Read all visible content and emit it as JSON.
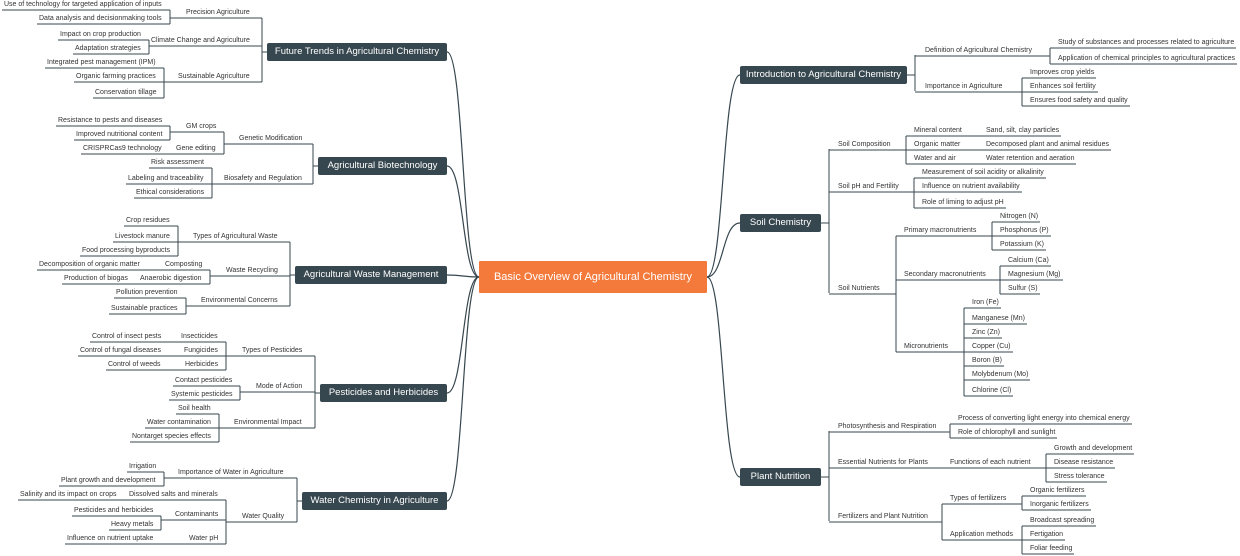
{
  "root": "Basic Overview of Agricultural Chemistry",
  "right": [
    {
      "label": "Introduction to Agricultural Chemistry",
      "children": [
        {
          "label": "Definition of Agricultural Chemistry",
          "children": [
            {
              "label": "Study of substances and processes related to agriculture"
            },
            {
              "label": "Application of chemical principles to agricultural practices"
            }
          ]
        },
        {
          "label": "Importance in Agriculture",
          "children": [
            {
              "label": "Improves crop yields"
            },
            {
              "label": "Enhances soil fertility"
            },
            {
              "label": "Ensures food safety and quality"
            }
          ]
        }
      ]
    },
    {
      "label": "Soil Chemistry",
      "children": [
        {
          "label": "Soil Composition",
          "children": [
            {
              "label": "Mineral content",
              "children": [
                {
                  "label": "Sand, silt, clay particles"
                }
              ]
            },
            {
              "label": "Organic matter",
              "children": [
                {
                  "label": "Decomposed plant and animal residues"
                }
              ]
            },
            {
              "label": "Water and air",
              "children": [
                {
                  "label": "Water retention and aeration"
                }
              ]
            }
          ]
        },
        {
          "label": "Soil pH and Fertility",
          "children": [
            {
              "label": "Measurement of soil acidity or alkalinity"
            },
            {
              "label": "Influence on nutrient availability"
            },
            {
              "label": "Role of liming to adjust pH"
            }
          ]
        },
        {
          "label": "Soil Nutrients",
          "children": [
            {
              "label": "Primary macronutrients",
              "children": [
                {
                  "label": "Nitrogen (N)"
                },
                {
                  "label": "Phosphorus (P)"
                },
                {
                  "label": "Potassium (K)"
                }
              ]
            },
            {
              "label": "Secondary macronutrients",
              "children": [
                {
                  "label": "Calcium (Ca)"
                },
                {
                  "label": "Magnesium (Mg)"
                },
                {
                  "label": "Sulfur (S)"
                }
              ]
            },
            {
              "label": "Micronutrients",
              "children": [
                {
                  "label": "Iron (Fe)"
                },
                {
                  "label": "Manganese (Mn)"
                },
                {
                  "label": "Zinc (Zn)"
                },
                {
                  "label": "Copper (Cu)"
                },
                {
                  "label": "Boron (B)"
                },
                {
                  "label": "Molybdenum (Mo)"
                },
                {
                  "label": "Chlorine (Cl)"
                }
              ]
            }
          ]
        }
      ]
    },
    {
      "label": "Plant Nutrition",
      "children": [
        {
          "label": "Photosynthesis and Respiration",
          "children": [
            {
              "label": "Process of converting light energy into chemical energy"
            },
            {
              "label": "Role of chlorophyll and sunlight"
            }
          ]
        },
        {
          "label": "Essential Nutrients for Plants",
          "children": [
            {
              "label": "Functions of each nutrient",
              "children": [
                {
                  "label": "Growth and development"
                },
                {
                  "label": "Disease resistance"
                },
                {
                  "label": "Stress tolerance"
                }
              ]
            }
          ]
        },
        {
          "label": "Fertilizers and Plant Nutrition",
          "children": [
            {
              "label": "Types of fertilizers",
              "children": [
                {
                  "label": "Organic fertilizers"
                },
                {
                  "label": "Inorganic fertilizers"
                }
              ]
            },
            {
              "label": "Application methods",
              "children": [
                {
                  "label": "Broadcast spreading"
                },
                {
                  "label": "Fertigation"
                },
                {
                  "label": "Foliar feeding"
                }
              ]
            }
          ]
        }
      ]
    }
  ],
  "left": [
    {
      "label": "Future Trends in Agricultural Chemistry",
      "children": [
        {
          "label": "Precision Agriculture",
          "children": [
            {
              "label": "Use of technology for targeted application of inputs"
            },
            {
              "label": "Data analysis and decisionmaking tools"
            }
          ]
        },
        {
          "label": "Climate Change and Agriculture",
          "children": [
            {
              "label": "Impact on crop production"
            },
            {
              "label": "Adaptation strategies"
            }
          ]
        },
        {
          "label": "Sustainable Agriculture",
          "children": [
            {
              "label": "Integrated pest management (IPM)"
            },
            {
              "label": "Organic farming practices"
            },
            {
              "label": "Conservation tillage"
            }
          ]
        }
      ]
    },
    {
      "label": "Agricultural Biotechnology",
      "children": [
        {
          "label": "Genetic Modification",
          "children": [
            {
              "label": "GM crops",
              "children": [
                {
                  "label": "Resistance to pests and diseases"
                },
                {
                  "label": "Improved nutritional content"
                }
              ]
            },
            {
              "label": "Gene editing",
              "children": [
                {
                  "label": "CRISPRCas9 technology"
                }
              ]
            }
          ]
        },
        {
          "label": "Biosafety and Regulation",
          "children": [
            {
              "label": "Risk assessment"
            },
            {
              "label": "Labeling and traceability"
            },
            {
              "label": "Ethical considerations"
            }
          ]
        }
      ]
    },
    {
      "label": "Agricultural Waste Management",
      "children": [
        {
          "label": "Types of Agricultural Waste",
          "children": [
            {
              "label": "Crop residues"
            },
            {
              "label": "Livestock manure"
            },
            {
              "label": "Food processing byproducts"
            }
          ]
        },
        {
          "label": "Waste Recycling",
          "children": [
            {
              "label": "Composting",
              "children": [
                {
                  "label": "Decomposition of organic matter"
                }
              ]
            },
            {
              "label": "Anaerobic digestion",
              "children": [
                {
                  "label": "Production of biogas"
                }
              ]
            }
          ]
        },
        {
          "label": "Environmental Concerns",
          "children": [
            {
              "label": "Pollution prevention"
            },
            {
              "label": "Sustainable practices"
            }
          ]
        }
      ]
    },
    {
      "label": "Pesticides and Herbicides",
      "children": [
        {
          "label": "Types of Pesticides",
          "children": [
            {
              "label": "Insecticides",
              "children": [
                {
                  "label": "Control of insect pests"
                }
              ]
            },
            {
              "label": "Fungicides",
              "children": [
                {
                  "label": "Control of fungal diseases"
                }
              ]
            },
            {
              "label": "Herbicides",
              "children": [
                {
                  "label": "Control of weeds"
                }
              ]
            }
          ]
        },
        {
          "label": "Mode of Action",
          "children": [
            {
              "label": "Contact pesticides"
            },
            {
              "label": "Systemic pesticides"
            }
          ]
        },
        {
          "label": "Environmental Impact",
          "children": [
            {
              "label": "Soil health"
            },
            {
              "label": "Water contamination"
            },
            {
              "label": "Nontarget species effects"
            }
          ]
        }
      ]
    },
    {
      "label": "Water Chemistry in Agriculture",
      "children": [
        {
          "label": "Importance of Water in Agriculture",
          "children": [
            {
              "label": "Irrigation"
            },
            {
              "label": "Plant growth and development"
            }
          ]
        },
        {
          "label": "Water Quality",
          "children": [
            {
              "label": "Dissolved salts and minerals",
              "children": [
                {
                  "label": "Salinity and its impact on crops"
                }
              ]
            },
            {
              "label": "Contaminants",
              "children": [
                {
                  "label": "Pesticides and herbicides"
                },
                {
                  "label": "Heavy metals"
                }
              ]
            },
            {
              "label": "Water pH",
              "children": [
                {
                  "label": "Influence on nutrient uptake"
                }
              ]
            }
          ]
        }
      ]
    }
  ],
  "colors": {
    "root_fill": "#f47a3c",
    "branch_fill": "#37474f",
    "line": "#37474f",
    "text": "#333333"
  }
}
